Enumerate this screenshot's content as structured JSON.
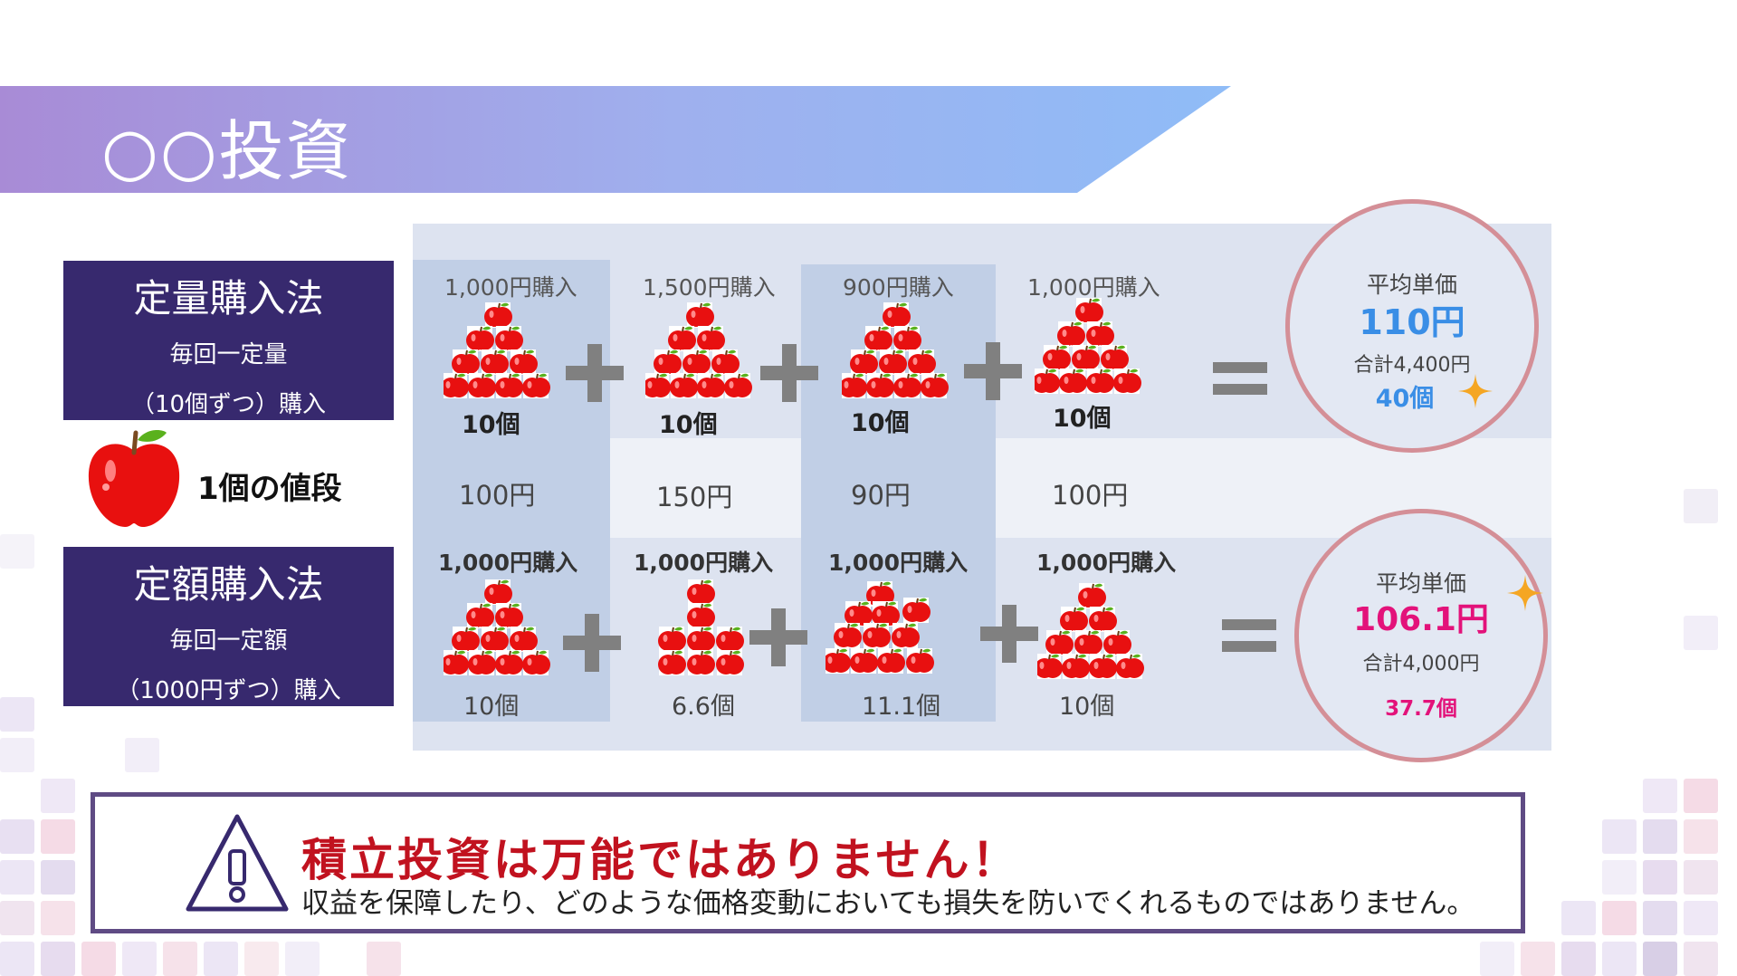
{
  "header": {
    "title": "○○投資"
  },
  "methods": {
    "fixed_quantity": {
      "title": "定量購入法",
      "line1": "毎回一定量",
      "line2": "（10個ずつ）購入"
    },
    "fixed_amount": {
      "title": "定額購入法",
      "line1": "毎回一定額",
      "line2": "（1000円ずつ）購入"
    }
  },
  "price_label": "1個の値段",
  "top_row": {
    "purchases": [
      "1,000円購入",
      "1,500円購入",
      "900円購入",
      "1,000円購入"
    ],
    "counts": [
      "10個",
      "10個",
      "10個",
      "10個"
    ]
  },
  "unit_prices": [
    "100円",
    "150円",
    "90円",
    "100円"
  ],
  "bottom_row": {
    "purchases": [
      "1,000円購入",
      "1,000円購入",
      "1,000円購入",
      "1,000円購入"
    ],
    "counts": [
      "10個",
      "6.6個",
      "11.1個",
      "10個"
    ]
  },
  "result_top": {
    "label": "平均単価",
    "avg": "110円",
    "total": "合計4,400円",
    "count": "40個"
  },
  "result_bottom": {
    "label": "平均単価",
    "avg": "106.1円",
    "total": "合計4,000円",
    "count": "37.7個"
  },
  "warning": {
    "title": "積立投資は万能ではありません！",
    "body": "収益を保障したり、どのような価格変動においても損失を防いでくれるものではありません。"
  },
  "colors": {
    "navy": "#37296e",
    "accent_blue": "#3a8ee6",
    "accent_pink": "#e3127a",
    "warning_red": "#c1121f",
    "circle_border": "#d48f97"
  },
  "icons": [
    "apple-icon",
    "plus-icon",
    "equals-icon",
    "sparkle-icon",
    "warning-icon"
  ]
}
